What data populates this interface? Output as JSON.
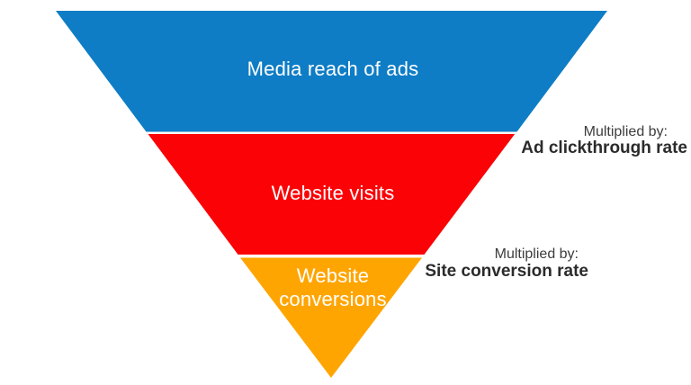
{
  "diagram": {
    "type": "inverted-funnel",
    "description": "Three-stage inverted marketing funnel with multiplier annotations",
    "background": "#ffffff",
    "sections": [
      {
        "id": "media-reach",
        "label": "Media reach of ads",
        "color": "#0e7dc5",
        "text_color": "#ffffff"
      },
      {
        "id": "website-visits",
        "label": "Website visits",
        "color": "#fb0306",
        "text_color": "#ffffff"
      },
      {
        "id": "website-conversions",
        "label": "Website conversions",
        "color": "#ffa502",
        "text_color": "#ffffff"
      }
    ],
    "annotations": [
      {
        "caption": "Multiplied by:",
        "value": "Ad clickthrough rate",
        "between": [
          "media-reach",
          "website-visits"
        ]
      },
      {
        "caption": "Multiplied by:",
        "value": "Site conversion rate",
        "between": [
          "website-visits",
          "website-conversions"
        ]
      }
    ],
    "colors": {
      "blue": "#0e7dc5",
      "red": "#fb0306",
      "orange": "#ffa502",
      "caption_gray": "#3d3d3d",
      "value_dark": "#2b2b2b",
      "label_white": "#ffffff",
      "background": "#ffffff"
    }
  }
}
